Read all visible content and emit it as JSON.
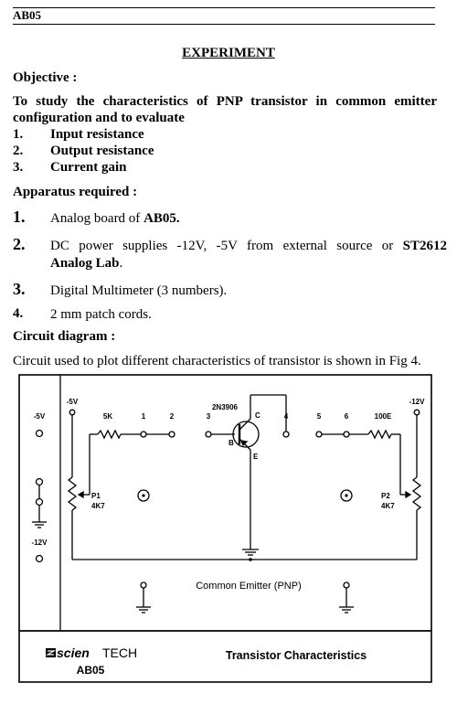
{
  "header": {
    "code": "AB05"
  },
  "title": "EXPERIMENT",
  "objective": {
    "heading": "Objective :",
    "text": "To study the characteristics of PNP transistor in common emitter configuration and to evaluate",
    "items": [
      {
        "num": "1.",
        "text": "Input resistance"
      },
      {
        "num": "2.",
        "text": "Output resistance"
      },
      {
        "num": "3.",
        "text": "Current gain"
      }
    ]
  },
  "apparatus": {
    "heading": "Apparatus required :",
    "items": [
      {
        "num": "1.",
        "prefix": "Analog board of ",
        "bold": "AB05.",
        "suffix": ""
      },
      {
        "num": "2.",
        "prefix": "DC power supplies -12V, -5V from external source or ",
        "bold": "ST2612",
        "line2": "Analog Lab",
        "suffix": "."
      },
      {
        "num": "3.",
        "prefix": "Digital Multimeter (3 numbers).",
        "bold": "",
        "suffix": ""
      },
      {
        "num": "4.",
        "prefix": "2 mm patch cords.",
        "bold": "",
        "suffix": ""
      }
    ]
  },
  "circuit": {
    "heading": "Circuit diagram :",
    "description": "Circuit used to plot different characteristics of transistor is shown in Fig 4."
  },
  "diagram": {
    "left_supply_top": "-5V",
    "left_supply_bottom": "-12V",
    "minus5": "-5V",
    "r5k": "5K",
    "n1": "1",
    "n2": "2",
    "n3": "3",
    "n4": "4",
    "n5": "5",
    "n6": "6",
    "transistor": "2N3906",
    "pin_c": "C",
    "pin_b": "B",
    "pin_e": "E",
    "r100e": "100E",
    "minus12": "-12V",
    "p1_name": "P1",
    "p1_value": "4K7",
    "p2_name": "P2",
    "p2_value": "4K7",
    "center_label": "Common Emitter (PNP)",
    "logo_bold": "scien",
    "logo_light": "TECH",
    "board_code": "AB05",
    "board_title": "Transistor Characteristics"
  }
}
